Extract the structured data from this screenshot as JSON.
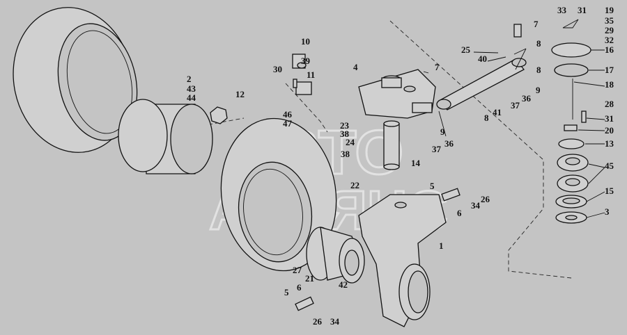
{
  "watermark": {
    "line1": "АВТО",
    "line2": "АЛЬЯНС"
  },
  "labels": [
    "2",
    "43",
    "44",
    "12",
    "10",
    "39",
    "30",
    "11",
    "4",
    "7",
    "25",
    "40",
    "7",
    "8",
    "8",
    "9",
    "36",
    "37",
    "41",
    "8",
    "9",
    "36",
    "37",
    "14",
    "46",
    "47",
    "23",
    "38",
    "24",
    "38",
    "22",
    "5",
    "34",
    "26",
    "6",
    "1",
    "27",
    "21",
    "42",
    "5",
    "6",
    "26",
    "34",
    "33",
    "31",
    "19",
    "35",
    "29",
    "32",
    "16",
    "17",
    "18",
    "28",
    "31",
    "20",
    "13",
    "45",
    "15",
    "3"
  ]
}
